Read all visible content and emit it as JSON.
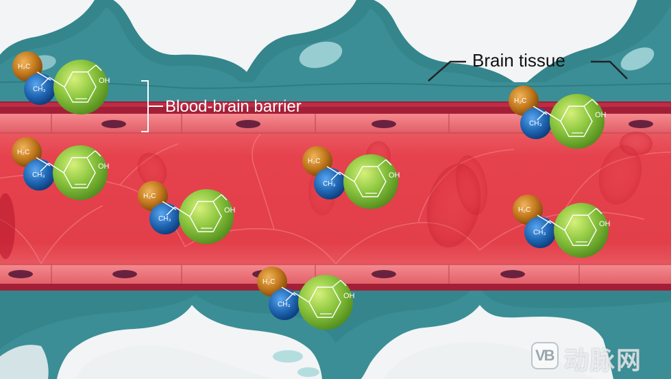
{
  "labels": {
    "tissue": "Brain tissue",
    "barrier": "Blood-brain barrier"
  },
  "molecule": {
    "oh": "OH",
    "h2c": "H₂C",
    "ch3": "CH₃"
  },
  "watermark": {
    "logo": "VB",
    "text": "动脉网"
  },
  "colors": {
    "tissue": "#3d8f96",
    "tissue_light": "#9fd2d6",
    "vessel": "#e84b54",
    "vessel_wall": "#e0606a",
    "membrane": "#a8233a",
    "green_atom": "#8cc63f",
    "orange_atom": "#c47a1e",
    "blue_atom": "#2168b5"
  }
}
